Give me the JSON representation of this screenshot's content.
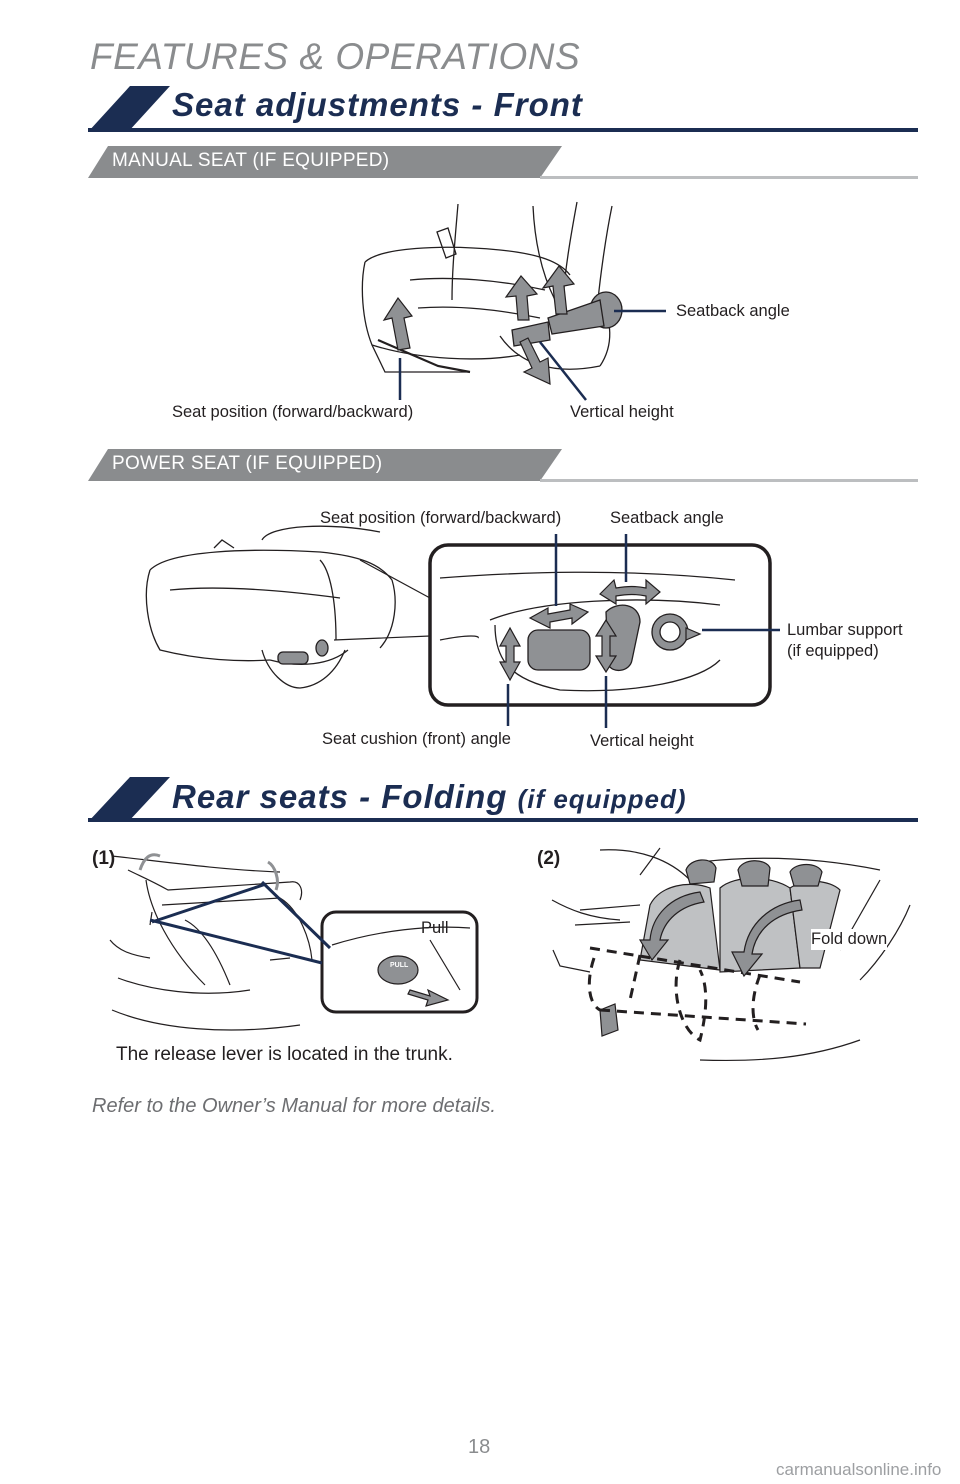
{
  "header": {
    "title": "FEATURES & OPERATIONS"
  },
  "section_front": {
    "title": "Seat adjustments - Front",
    "manual": {
      "band": "MANUAL SEAT (IF EQUIPPED)",
      "callouts": {
        "seatback_angle": "Seatback angle",
        "seat_position": "Seat position (forward/backward)",
        "vertical_height": "Vertical height"
      }
    },
    "power": {
      "band": "POWER SEAT (IF EQUIPPED)",
      "callouts": {
        "seat_position": "Seat position (forward/backward)",
        "seatback_angle": "Seatback angle",
        "lumbar_line1": "Lumbar support",
        "lumbar_line2": "(if equipped)",
        "cushion_angle": "Seat cushion (front) angle",
        "vertical_height": "Vertical height"
      }
    }
  },
  "section_rear": {
    "title": "Rear seats - Folding",
    "title_suffix": "(if equipped)",
    "fig1": {
      "label": "(1)",
      "pull": "Pull",
      "button_text": "PULL",
      "caption": "The release lever is located in the trunk."
    },
    "fig2": {
      "label": "(2)",
      "fold": "Fold down"
    }
  },
  "footer": {
    "note": "Refer to the Owner’s Manual for more details.",
    "page_number": "18",
    "watermark": "carmanualsonline.info"
  },
  "colors": {
    "navy": "#1b2d52",
    "band_gray": "#8a8c8e",
    "arrow_gray": "#8f9194",
    "line_gray": "#bcbec0"
  }
}
